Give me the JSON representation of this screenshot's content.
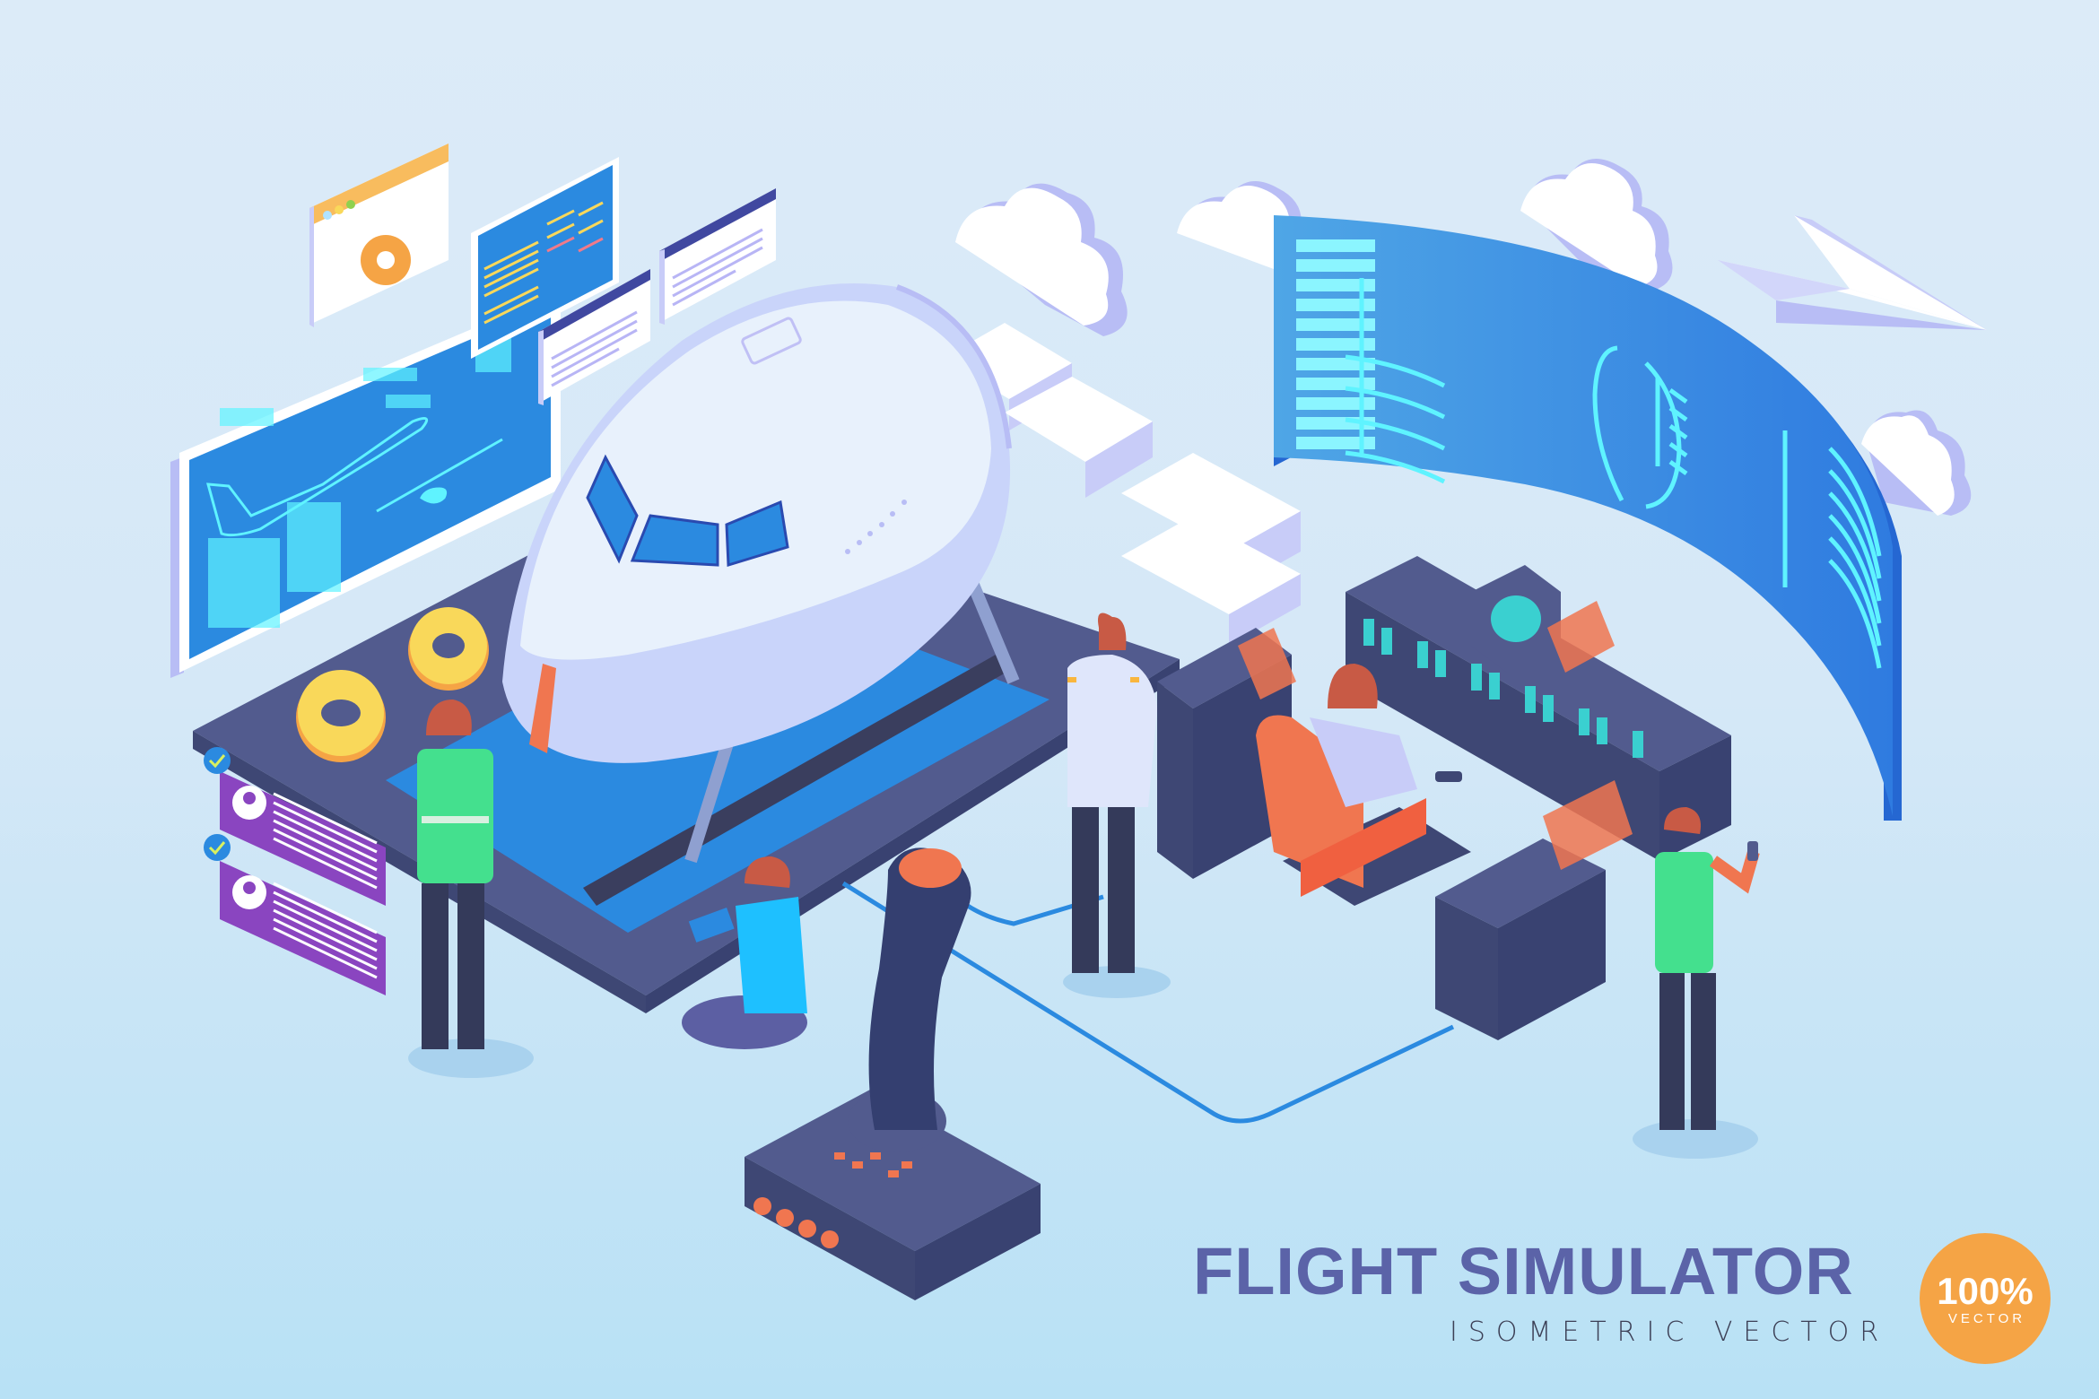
{
  "title": "FLIGHT SIMULATOR",
  "subtitle": "ISOMETRIC VECTOR",
  "badge": {
    "value": "100%",
    "label": "VECTOR"
  },
  "colors": {
    "background_top": "#dcebf8",
    "background_bottom": "#b8e1f5",
    "title": "#5b63a8",
    "badge": "#f5a445",
    "screen_blue": "#2b8ae0",
    "console_navy": "#3e4774",
    "accent_cyan": "#5ff3ff",
    "accent_orange": "#f07650",
    "panel_purple": "#8a45c0",
    "gear_yellow": "#f9d85a",
    "vest_green": "#44e08e"
  },
  "scene": {
    "elements": [
      "blueprint-screen",
      "settings-window",
      "code-window",
      "text-window-1",
      "text-window-2",
      "airplane-cockpit-nose",
      "simulator-platform",
      "gears",
      "profile-cards",
      "clouds",
      "paper-plane",
      "curved-display",
      "control-console",
      "pilot-chair",
      "joystick",
      "people"
    ]
  }
}
